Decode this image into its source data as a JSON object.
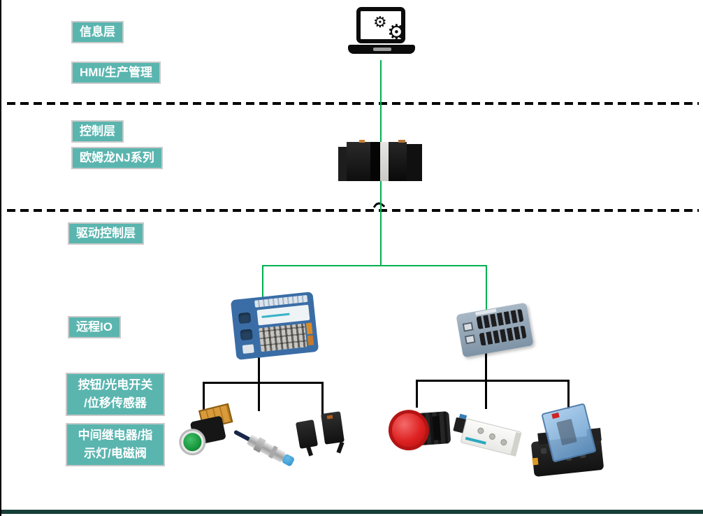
{
  "diagram": {
    "type": "industrial-automation-architecture",
    "labels": {
      "info_layer": "信息层",
      "hmi": "HMI/生产管理",
      "control_layer": "控制层",
      "omron_nj": "欧姆龙NJ系列",
      "drive_control_layer": "驱动控制层",
      "remote_io": "远程IO",
      "sensors_line1": "按钮/光电开关",
      "sensors_line2": "/位移传感器",
      "actuators_line1": "中间继电器/指",
      "actuators_line2": "示灯/电磁阀"
    },
    "icons": {
      "laptop": "laptop-with-gears-icon",
      "gear_glyph": "⚙",
      "plc": "omron-nj-plc-image",
      "remote_io_left": "remote-io-terminal-module-image",
      "remote_io_right": "remote-io-block-module-image",
      "pushbutton": "green-pushbutton-image",
      "proximity_sensor": "proximity-sensor-image",
      "photo_sensors": "photoelectric-switch-image",
      "indicator": "red-indicator-light-image",
      "valve": "solenoid-valve-image",
      "relay": "relay-with-socket-image"
    },
    "colors": {
      "label_bg": "#5AB5AF",
      "label_border": "#C9C9C9",
      "label_text": "#FFFFFF",
      "connector_green": "#00B050",
      "connector_black": "#000000",
      "dashed_line": "#000000",
      "bottom_bar": "#173F38",
      "background": "#FFFFFF"
    }
  }
}
